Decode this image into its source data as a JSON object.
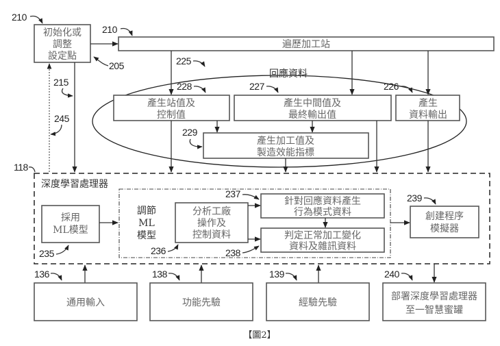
{
  "figure": {
    "caption": "【圖2】",
    "nodes": {
      "init": {
        "ref": "210",
        "lines": [
          "初始化或",
          "調整",
          "設定點"
        ]
      },
      "traverse": {
        "ref": "210",
        "lines": [
          "遍歷加工站"
        ]
      },
      "response_data": {
        "ref": "225",
        "label": "回應資料"
      },
      "station_values": {
        "ref": "228",
        "lines": [
          "產生站值及",
          "控制值"
        ]
      },
      "intermediate_values": {
        "ref": "227",
        "lines": [
          "產生中間值及",
          "最終輸出值"
        ]
      },
      "data_output": {
        "ref": "226",
        "lines": [
          "產生",
          "資料輸出"
        ]
      },
      "process_values": {
        "ref": "229",
        "lines": [
          "產生加工值及",
          "製造效能指標"
        ]
      },
      "dl_processor": {
        "ref": "118",
        "label": "深度學習處理器"
      },
      "adopt_ml": {
        "ref": "235",
        "lines": [
          "採用",
          "ML模型"
        ]
      },
      "tune_ml": {
        "lines": [
          "調節",
          "ML",
          "模型"
        ]
      },
      "analyze": {
        "ref": "236",
        "lines": [
          "分析工廠",
          "操作及",
          "控制資料"
        ]
      },
      "behavior": {
        "ref": "237",
        "lines": [
          "針對回應資料產生",
          "行為模式資料"
        ]
      },
      "variation": {
        "ref": "238",
        "lines": [
          "判定正常加工變化",
          "資料及雜訊資料"
        ]
      },
      "simulator": {
        "ref": "239",
        "lines": [
          "創建程序",
          "模擬器"
        ]
      },
      "general_input": {
        "ref": "136",
        "lines": [
          "通用輸入"
        ]
      },
      "functional_prior": {
        "ref": "138",
        "lines": [
          "功能先驗"
        ]
      },
      "experience_prior": {
        "ref": "139",
        "lines": [
          "經驗先驗"
        ]
      },
      "deploy": {
        "ref": "240",
        "lines": [
          "部署深度學習處理器",
          "至一智慧蜜罐"
        ]
      }
    },
    "refs_extra": {
      "r205": "205",
      "r215": "215",
      "r245": "245"
    }
  }
}
